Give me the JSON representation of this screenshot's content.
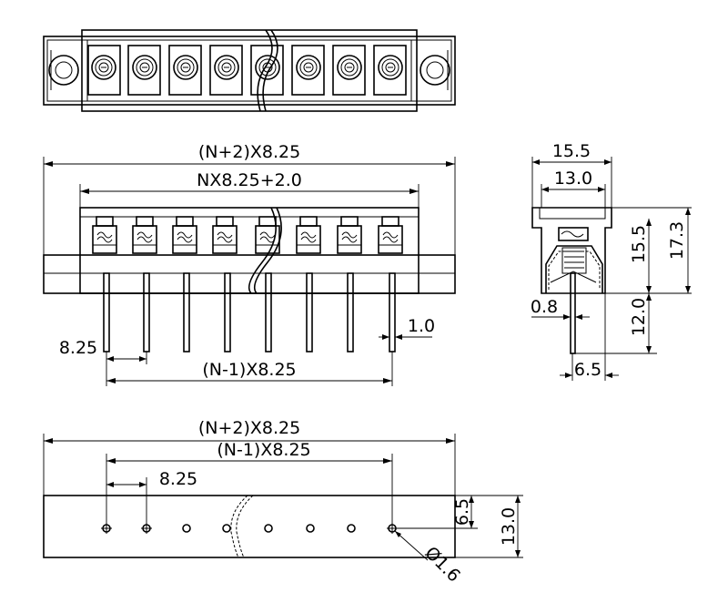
{
  "top_view": {},
  "front_view": {
    "overall_label": "(N+2)X8.25",
    "inner_label": "NX8.25+2.0",
    "pitch_label": "8.25",
    "pin_width_label": "1.0",
    "pin_span_label": "(N-1)X8.25"
  },
  "side_view": {
    "width_outer_label": "15.5",
    "width_inner_label": "13.0",
    "height_upper_label": "15.5",
    "height_total_label": "17.3",
    "pin_length_label": "12.0",
    "pin_offset_label": "0.8",
    "pin_pos_label": "6.5"
  },
  "pcb_view": {
    "overall_label": "(N+2)X8.25",
    "pin_span_label": "(N-1)X8.25",
    "pitch_label": "8.25",
    "row_offset_label": "6.5",
    "depth_label": "13.0",
    "hole_label": "Ø1.6"
  }
}
